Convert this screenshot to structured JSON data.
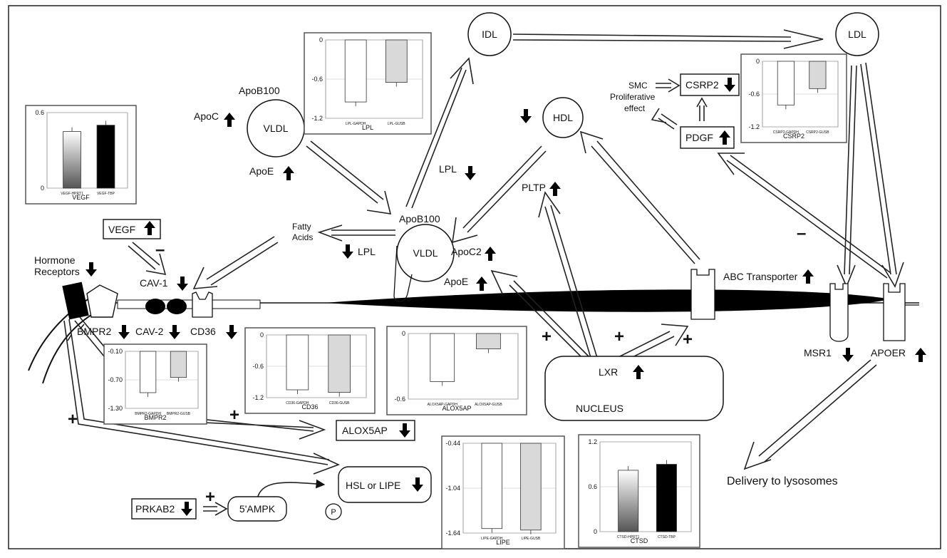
{
  "nodes": {
    "idl": "IDL",
    "ldl": "LDL",
    "hdl": "HDL",
    "vldl_top": "VLDL",
    "vldl_mid": "VLDL",
    "apob100_top": "ApoB100",
    "apob100_mid": "ApoB100",
    "apoc": "ApoC",
    "apoe_top": "ApoE",
    "apoc2": "ApoC2",
    "apoe_mid": "ApoE",
    "lpl_a": "LPL",
    "lpl_b": "LPL",
    "pltp": "PLTP",
    "fatty": "Fatty",
    "acid": "Acids",
    "hormone1": "Hormone",
    "hormone2": "Receptors",
    "cav1": "CAV-1",
    "cav2": "CAV-2",
    "cd36": "CD36",
    "bmpr2": "BMPR2",
    "vegf": "VEGF",
    "alox5ap": "ALOX5AP",
    "hsl": "HSL or LIPE",
    "prkab2": "PRKAB2",
    "ampk": "5'AMPK",
    "p": "P",
    "lxr": "LXR",
    "nucleus": "NUCLEUS",
    "abc": "ABC Transporter",
    "msr1": "MSR1",
    "apoer": "APOER",
    "lysosome": "Delivery to lysosomes",
    "smc1": "SMC",
    "smc2": "Proliferative",
    "smc3": "effect",
    "csrp2": "CSRP2",
    "pdgf": "PDGF",
    "plus": "+",
    "minus": "–"
  },
  "chart_data": [
    {
      "id": "vegf",
      "type": "bar",
      "title": "VEGF",
      "ylim": [
        0,
        0.6
      ],
      "yticks": [
        "0.6",
        "0"
      ],
      "categories": [
        "VEGF-HPRT1",
        "VEGF-TBP"
      ],
      "values": [
        0.45,
        0.5
      ],
      "bar_colors": [
        "gradient-grey",
        "#000000"
      ]
    },
    {
      "id": "lpl",
      "type": "bar",
      "title": "LPL",
      "ylim": [
        -1.2,
        0
      ],
      "yticks": [
        "0",
        "-0.6",
        "-1.2"
      ],
      "categories": [
        "LPL-GAPDH",
        "LPL-GUSB"
      ],
      "values": [
        -0.95,
        -0.65
      ],
      "bar_colors": [
        "#ffffff",
        "#d9d9d9"
      ]
    },
    {
      "id": "csrp2",
      "type": "bar",
      "title": "CSRP2",
      "ylim": [
        -1.2,
        0
      ],
      "yticks": [
        "0",
        "-0.6",
        "-1.2"
      ],
      "categories": [
        "CSRP2-GAPDH",
        "CSRP2-GUSB"
      ],
      "values": [
        -0.8,
        -0.5
      ],
      "bar_colors": [
        "#ffffff",
        "#d9d9d9"
      ]
    },
    {
      "id": "bmpr2",
      "type": "bar",
      "title": "BMPR2",
      "ylim": [
        -1.3,
        -0.1
      ],
      "yticks": [
        "-0.10",
        "-0.70",
        "-1.30"
      ],
      "categories": [
        "BMPR2-GAPDH",
        "BMPR2-GUSB"
      ],
      "values": [
        -0.97,
        -0.65
      ],
      "bar_colors": [
        "#ffffff",
        "#d9d9d9"
      ]
    },
    {
      "id": "cd36",
      "type": "bar",
      "title": "CD36",
      "ylim": [
        -1.2,
        0
      ],
      "yticks": [
        "0",
        "-0.6",
        "-1.2"
      ],
      "categories": [
        "CD36-GAPDH",
        "CD36-GUSB"
      ],
      "values": [
        -1.05,
        -1.1
      ],
      "bar_colors": [
        "#ffffff",
        "#d9d9d9"
      ]
    },
    {
      "id": "alox5ap",
      "type": "bar",
      "title": "ALOX5AP",
      "ylim": [
        -0.6,
        0
      ],
      "yticks": [
        "0",
        "-0.6"
      ],
      "categories": [
        "ALOX5AP-GAPDH",
        "ALOX5AP-GUSB"
      ],
      "values": [
        -0.44,
        -0.14
      ],
      "bar_colors": [
        "#ffffff",
        "#d9d9d9"
      ]
    },
    {
      "id": "lipe",
      "type": "bar",
      "title": "LIPE",
      "ylim": [
        -1.64,
        -0.44
      ],
      "yticks": [
        "-0.44",
        "-1.04",
        "-1.64"
      ],
      "categories": [
        "LIPE-GAPDH",
        "LIPE-GUSB"
      ],
      "values": [
        -1.58,
        -1.6
      ],
      "bar_colors": [
        "#ffffff",
        "#d9d9d9"
      ]
    },
    {
      "id": "ctsd",
      "type": "bar",
      "title": "CTSD",
      "ylim": [
        0,
        1.2
      ],
      "yticks": [
        "1.2",
        "0.6",
        "0"
      ],
      "categories": [
        "CTSD-HPRT1",
        "CTSD-TBP"
      ],
      "values": [
        0.82,
        0.9
      ],
      "bar_colors": [
        "gradient-grey",
        "#000000"
      ]
    }
  ]
}
